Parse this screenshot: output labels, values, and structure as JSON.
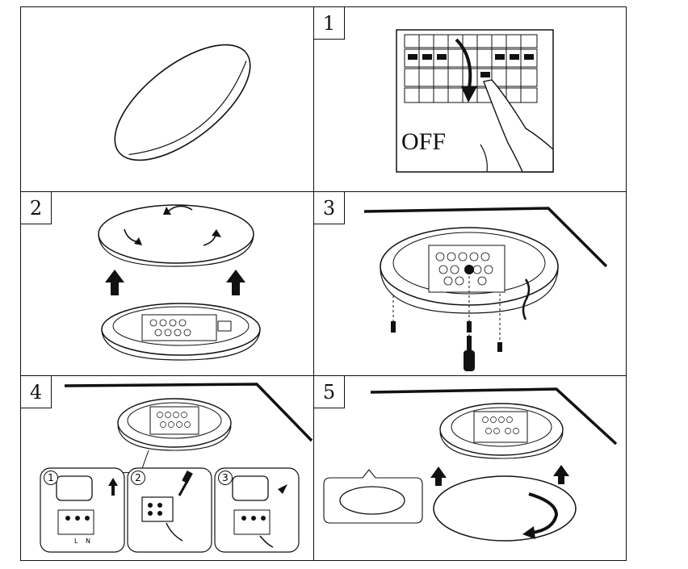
{
  "diagram": {
    "steps": [
      {
        "label": ""
      },
      {
        "label": "1"
      },
      {
        "label": "2"
      },
      {
        "label": "3"
      },
      {
        "label": "4"
      },
      {
        "label": "5"
      }
    ],
    "switch_state_text": "OFF",
    "wiring_substeps": [
      "1",
      "2",
      "3"
    ],
    "terminal_marks": [
      "L",
      "N"
    ]
  }
}
